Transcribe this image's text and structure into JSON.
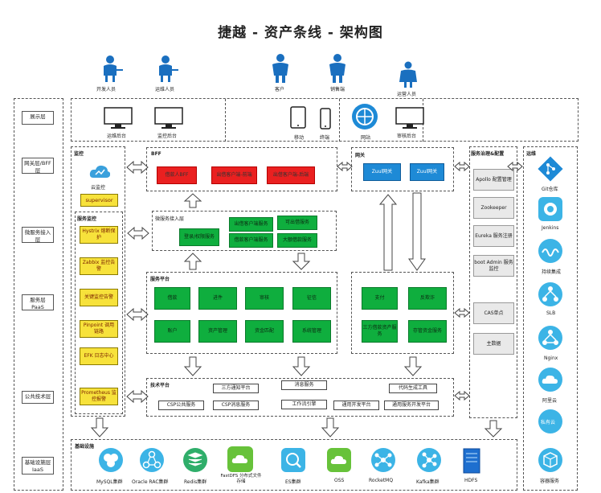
{
  "title": "捷越 - 资产条线 - 架构图",
  "users": [
    {
      "label": "开发人员"
    },
    {
      "label": "运维人员"
    },
    {
      "label": "客户"
    },
    {
      "label": "销售端"
    },
    {
      "label": "运营人员"
    }
  ],
  "layers": [
    "展示层",
    "网关层/BFF层",
    "微服务接入层",
    "服务层 PaaS",
    "公共技术层",
    "基础设施层 IaaS"
  ],
  "display": {
    "items": [
      "运维后台",
      "监控后台",
      "移动",
      "终端",
      "网站",
      "审核后台"
    ]
  },
  "monitor": {
    "title": "监控",
    "cloud_label": "云监控",
    "supervisor": "supervisor",
    "service_title": "服务监控",
    "items": [
      "Hystrix 熔断保护",
      "Zabbix 监控告警",
      "关键监控告警",
      "Pinpoint 调用链路",
      "EFK 日志中心",
      "Prometheus 监控报警"
    ]
  },
  "bff": {
    "title": "BFF",
    "items": [
      "借款人BFF",
      "出借客户端-前端",
      "出借客户端-后端"
    ]
  },
  "gateway": {
    "title": "网关",
    "items": [
      "Zuul网关",
      "Zuul网关"
    ]
  },
  "access": {
    "title": "微服务接入层",
    "items": [
      "登录/权限服务",
      "出借客户端服务",
      "可出借服务",
      "借款客户端服务",
      "大额借款服务"
    ]
  },
  "business": {
    "title": "服务平台",
    "items": [
      "借款",
      "进件",
      "审核",
      "征信",
      "账户",
      "资产管理",
      "资金匹配",
      "系统管理"
    ]
  },
  "third_party": {
    "items": [
      "支付",
      "反欺诈",
      "三方借款资产服务",
      "存管资金服务"
    ]
  },
  "governance": {
    "title": "服务治理&配置",
    "items": [
      "Apollo 配置管理",
      "Zookeeper",
      "Eureka 服务注册",
      "boot Admin 服务监控",
      "CAS单点",
      "主数据"
    ]
  },
  "tech": {
    "title": "技术平台",
    "items": [
      "三方通知平台",
      "消息服务",
      "代码生成工具",
      "CSP公共服务",
      "CSP消息服务",
      "工作流引擎",
      "通用开发平台",
      "通用服务开发平台"
    ]
  },
  "ops": {
    "title": "运维",
    "items": [
      "Git仓库",
      "Jenkins",
      "持续集成",
      "SLB",
      "Nginx",
      "阿里云",
      "私有云",
      "容器服务"
    ],
    "colors": {
      "primary": "#1e8ad6",
      "accent": "#3cb4e6"
    }
  },
  "infra": {
    "title": "基础设施",
    "items": [
      "MySQL集群",
      "Oracle RAC集群",
      "Redis集群",
      "FastDFS 分布式文件存储",
      "ES集群",
      "OSS",
      "RocketMQ",
      "Kafka集群",
      "HDFS"
    ]
  },
  "colors": {
    "red": "#ea2020",
    "green": "#0fae3e",
    "yellow": "#f7e23b",
    "blue": "#1e8ad6"
  }
}
